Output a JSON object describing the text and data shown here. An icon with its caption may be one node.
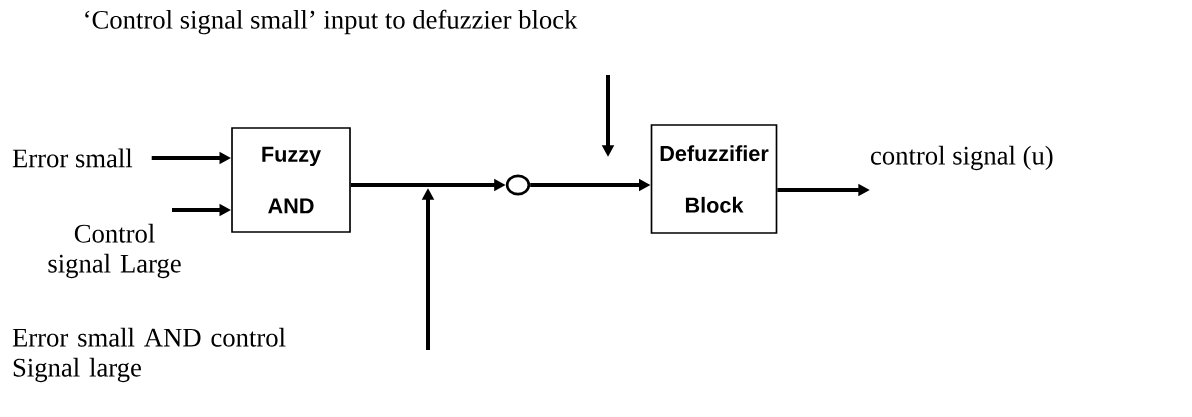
{
  "diagram": {
    "nodes": [
      {
        "text": [
          "Error small"
        ]
      },
      {
        "text": [
          "Control signal Large"
        ]
      },
      {
        "text": [
          "Fuzzy AND"
        ]
      },
      {
        "text": [],
        "shape": "circle"
      },
      {
        "text": [
          "Defuzzifier Block"
        ]
      },
      {
        "text": [
          "control signal (u)"
        ]
      }
    ],
    "labels": [
      "‘Control signal small’ input to defuzzier block",
      "Error small AND control Signal large"
    ],
    "edges": [
      {
        "from": 0,
        "to": 2,
        "arrow": "to"
      },
      {
        "from": 1,
        "to": 2,
        "arrow": "to"
      },
      {
        "from": 2,
        "to": 3,
        "arrow": "to"
      },
      {
        "from": 3,
        "to": 4,
        "arrow": "to"
      },
      {
        "from": 4,
        "to": 5,
        "arrow": "to"
      }
    ]
  }
}
